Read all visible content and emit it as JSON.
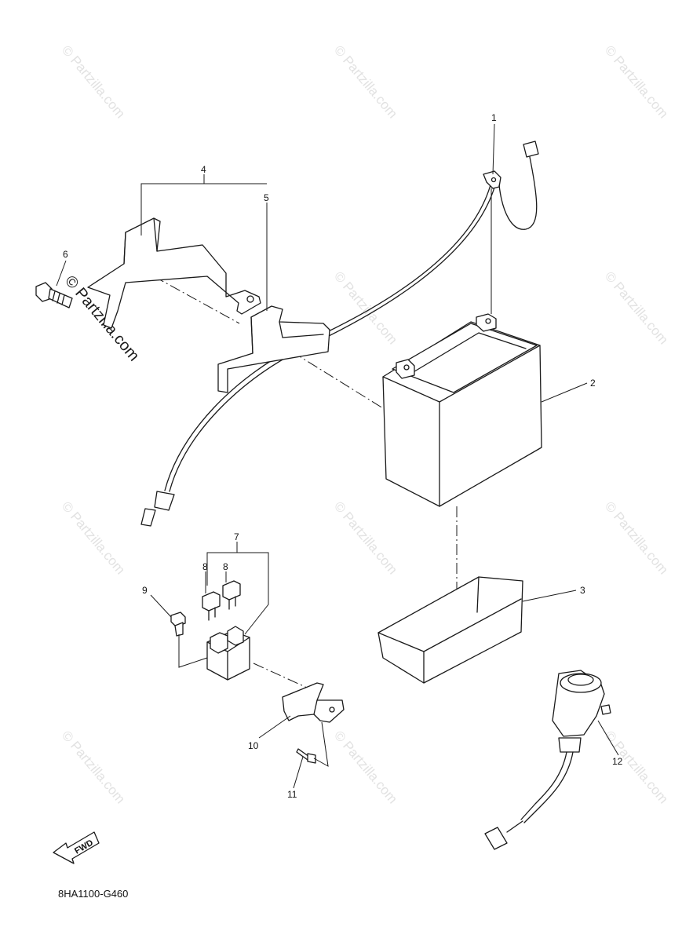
{
  "watermark": {
    "text": "© Partzilla.com"
  },
  "callouts": {
    "c1": "1",
    "c2": "2",
    "c3": "3",
    "c4": "4",
    "c5": "5",
    "c6": "6",
    "c7": "7",
    "c8a": "8",
    "c8b": "8",
    "c9": "9",
    "c10": "10",
    "c11": "11",
    "c12": "12"
  },
  "fwd_label": "FWD",
  "diagram_code": "8HA1100-G460"
}
